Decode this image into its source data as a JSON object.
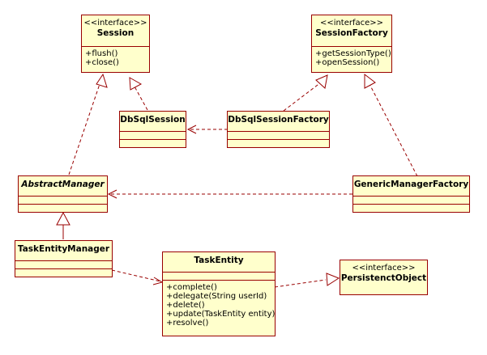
{
  "colors": {
    "box_fill": "#ffffcc",
    "box_border": "#990000",
    "line": "#990000",
    "text": "#000000",
    "background": "#ffffff"
  },
  "classes": {
    "session": {
      "stereotype": "<<interface>>",
      "name": "Session",
      "operations": [
        "+flush()",
        "+close()"
      ]
    },
    "session_factory": {
      "stereotype": "<<interface>>",
      "name": "SessionFactory",
      "operations": [
        "+getSessionType()",
        "+openSession()"
      ]
    },
    "db_sql_session": {
      "name": "DbSqlSession"
    },
    "db_sql_session_factory": {
      "name": "DbSqlSessionFactory"
    },
    "abstract_manager": {
      "name": "AbstractManager"
    },
    "generic_manager_factory": {
      "name": "GenericManagerFactory"
    },
    "task_entity_manager": {
      "name": "TaskEntityManager"
    },
    "task_entity": {
      "name": "TaskEntity",
      "operations": [
        "+complete()",
        "+delegate(String userId)",
        "+delete()",
        "+update(TaskEntity entity)",
        "+resolve()"
      ]
    },
    "persistent_object": {
      "stereotype": "<<interface>>",
      "name": "PersistenctObject"
    }
  }
}
